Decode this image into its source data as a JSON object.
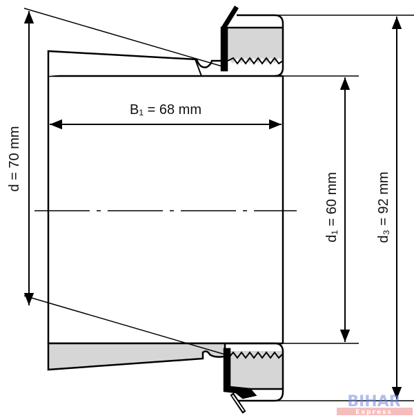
{
  "dimensions": {
    "b1": "B₁ = 68 mm",
    "d": "d = 70 mm",
    "d1": "d₁ = 60 mm",
    "d3": "d₃ = 92 mm"
  },
  "watermark": {
    "main": "BIHAR",
    "sub": "Express"
  },
  "colors": {
    "fill": "#d6d6d6",
    "line": "#000000",
    "watermark": "#6b7fe0",
    "watermark_band": "#f3a7a7"
  }
}
